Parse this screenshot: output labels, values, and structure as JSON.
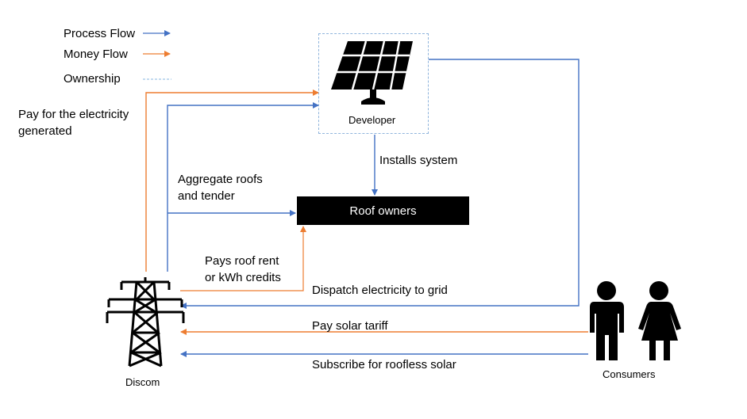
{
  "legend": {
    "process_flow": "Process Flow",
    "money_flow": "Money Flow",
    "ownership": "Ownership"
  },
  "colors": {
    "process": "#4472c4",
    "money": "#ed7d31",
    "ownership": "#9dc3e6"
  },
  "nodes": {
    "developer": "Developer",
    "roof_owners": "Roof owners",
    "discom": "Discom",
    "consumers": "Consumers"
  },
  "flows": {
    "pay_electricity": "Pay for the electricity\ngenerated",
    "installs_system": "Installs system",
    "aggregate_roofs": "Aggregate roofs\nand tender",
    "pays_roof_rent": "Pays roof rent\nor kWh credits",
    "dispatch": "Dispatch electricity to grid",
    "pay_tariff": "Pay solar tariff",
    "subscribe": "Subscribe for roofless solar"
  }
}
